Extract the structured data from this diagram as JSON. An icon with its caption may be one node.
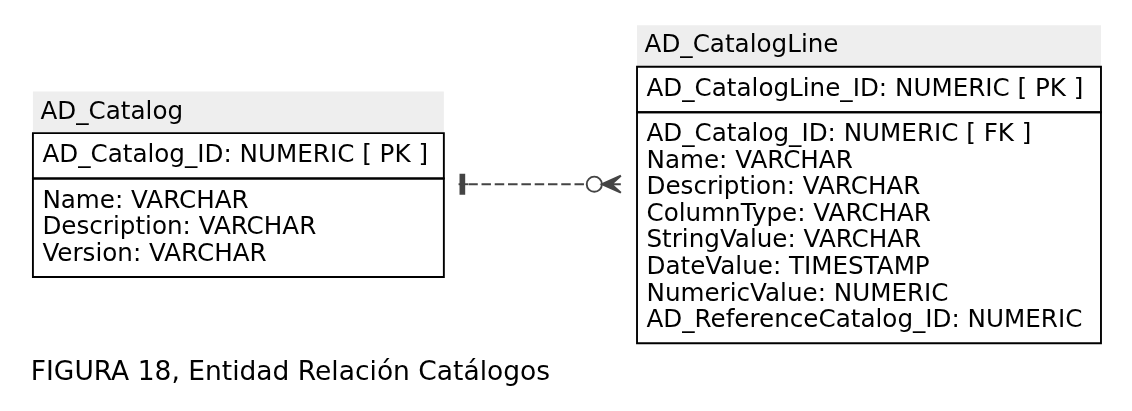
{
  "diagram": {
    "caption": "FIGURA 18, Entidad Relación Catálogos",
    "nodes": [
      {
        "text": [
          "AD_Catalog",
          "AD_Catalog_ID: NUMERIC [ PK ]",
          "Name: VARCHAR",
          "Description: VARCHAR",
          "Version: VARCHAR"
        ]
      },
      {
        "text": [
          "AD_CatalogLine",
          "AD_CatalogLine_ID: NUMERIC [ PK ]",
          "AD_Catalog_ID: NUMERIC [ FK ]",
          "Name: VARCHAR",
          "Description: VARCHAR",
          "ColumnType: VARCHAR",
          "StringValue: VARCHAR",
          "DateValue: TIMESTAMP",
          "NumericValue: NUMERIC",
          "AD_ReferenceCatalog_ID: NUMERIC"
        ]
      }
    ],
    "edges": [
      {
        "from": 0,
        "to": 1,
        "arrow": "other",
        "style": "dashed"
      }
    ]
  }
}
